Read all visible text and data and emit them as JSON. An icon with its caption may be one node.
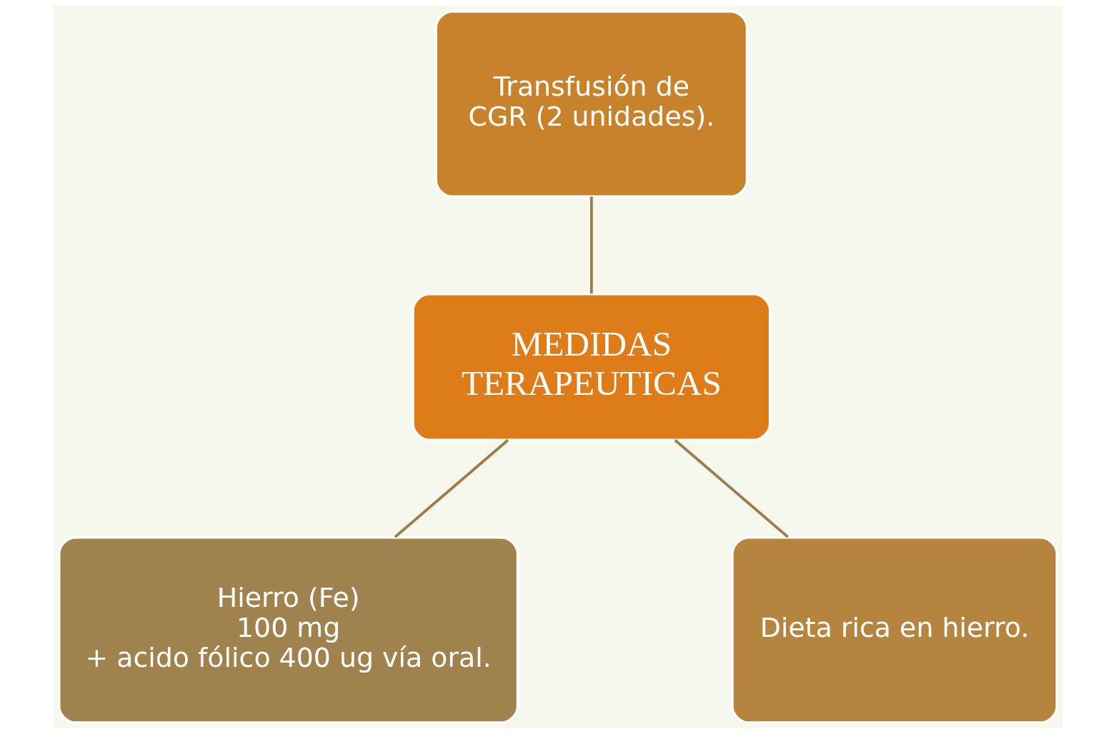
{
  "diagram": {
    "nodes": [
      {
        "text": [
          "Transfusión de CGR (2 unidades)."
        ]
      },
      {
        "text": [
          "MEDIDAS TERAPEUTICAS"
        ]
      },
      {
        "text": [
          "Hierro (Fe) 100 mg + acido fólico 400 ug vía oral."
        ]
      },
      {
        "text": [
          "Dieta rica en hierro."
        ]
      }
    ],
    "edges": [
      {
        "from": 0,
        "to": 1,
        "arrow": "none"
      },
      {
        "from": 1,
        "to": 2,
        "arrow": "none"
      },
      {
        "from": 1,
        "to": 3,
        "arrow": "none"
      }
    ]
  }
}
